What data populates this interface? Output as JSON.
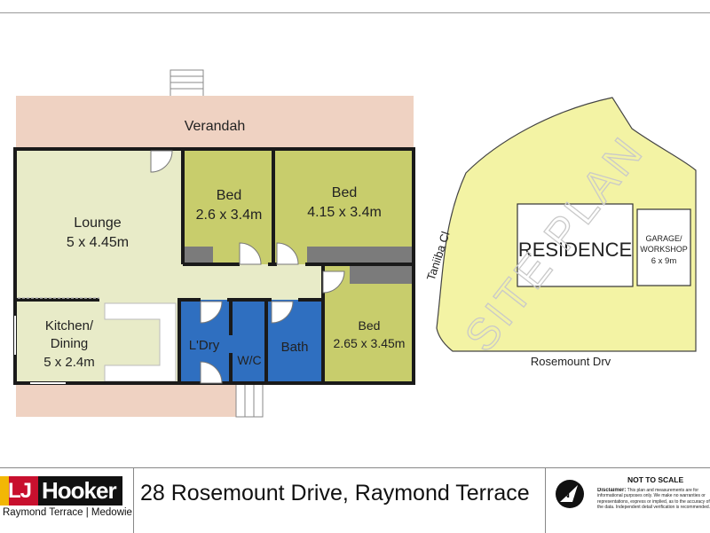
{
  "floor_plan": {
    "verandah": "Verandah",
    "lounge": {
      "name": "Lounge",
      "size": "5 x 4.45m"
    },
    "bed1": {
      "name": "Bed",
      "size": "2.6 x 3.4m"
    },
    "bed2": {
      "name": "Bed",
      "size": "4.15 x 3.4m"
    },
    "bed3": {
      "name": "Bed",
      "size": "2.65 x 3.45m"
    },
    "kitchen": {
      "name_line1": "Kitchen/",
      "name_line2": "Dining",
      "size": "5 x 2.4m"
    },
    "laundry": "L'Dry",
    "wc": "W/C",
    "bath": "Bath"
  },
  "site_plan": {
    "residence": "RESIDENCE",
    "garage_line1": "GARAGE/",
    "garage_line2": "WORKSHOP",
    "garage_size": "6 x 9m",
    "street_side": "Taniiba Cl",
    "street_bottom": "Rosemount Drv",
    "watermark": "SITE PLAN"
  },
  "footer": {
    "logo_lj": "LJ",
    "logo_brand": "Hooker",
    "logo_sub": "Raymond Terrace | Medowie",
    "address": "28 Rosemount Drive, Raymond Terrace",
    "scale_note": "NOT TO SCALE",
    "compass_letter": "N",
    "disclaimer_title": "Disclaimer:",
    "disclaimer_text": "This plan and measurements are for informational purposes only. We make no warranties or representations, express or implied, as to the accuracy of the data. Independent detail verification is recommended."
  },
  "colors": {
    "verandah": "#efd2c2",
    "living": "#e8ebc8",
    "bedroom": "#c8cd6c",
    "wet_area": "#2f6fc0",
    "wall": "#1a1a1a",
    "cabinet": "#7b7b7b",
    "site_land": "#f3f3a4"
  }
}
